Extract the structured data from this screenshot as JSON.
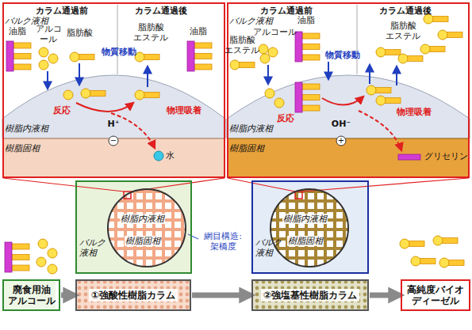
{
  "diagram": {
    "nodes": [
      {
        "text": [
          "カラム通過前",
          "カラム通過後"
        ]
      },
      {
        "text": [
          "バルク液相"
        ],
        "in": 0
      },
      {
        "text": [
          "樹脂内液相"
        ],
        "in": 0
      },
      {
        "text": [
          "樹脂固相"
        ],
        "in": 0
      },
      {
        "text": [
          "カラム通過前",
          "カラム通過後"
        ]
      },
      {
        "text": [
          "バルク液相"
        ],
        "in": 4
      },
      {
        "text": [
          "樹脂内液相"
        ],
        "in": 4
      },
      {
        "text": [
          "樹脂固相"
        ],
        "in": 4
      },
      {
        "text": [
          "バルク液相"
        ]
      },
      {
        "text": [
          "樹脂内液相",
          "樹脂固相"
        ],
        "in": 8
      },
      {
        "text": [
          "バルク液相"
        ]
      },
      {
        "text": [
          "樹脂内液相",
          "樹脂固相"
        ],
        "in": 10
      },
      {
        "text": [
          "廃食用油 アルコール"
        ]
      },
      {
        "text": [
          "①強酸性樹脂カラム"
        ]
      },
      {
        "text": [
          "②強塩基性樹脂カラム"
        ]
      },
      {
        "text": [
          "高純度バイオ ディーゼル"
        ]
      }
    ],
    "edges": [
      {
        "from": 12,
        "to": 13,
        "arrow": "to"
      },
      {
        "from": 13,
        "to": 14,
        "arrow": "to"
      },
      {
        "from": 14,
        "to": 15,
        "arrow": "to"
      }
    ],
    "labels": [
      "油脂",
      "アルコール",
      "脂肪酸",
      "脂肪酸 エステル",
      "油脂",
      "物質移動",
      "反応",
      "物理吸着",
      "H⁺",
      "−",
      "水",
      "油脂",
      "脂肪酸 エステル",
      "アルコール",
      "脂肪酸 エステル",
      "物質移動",
      "反応",
      "物理吸着",
      "OH⁻",
      "+",
      "グリセリン",
      "網目構造: 架橋度"
    ]
  }
}
